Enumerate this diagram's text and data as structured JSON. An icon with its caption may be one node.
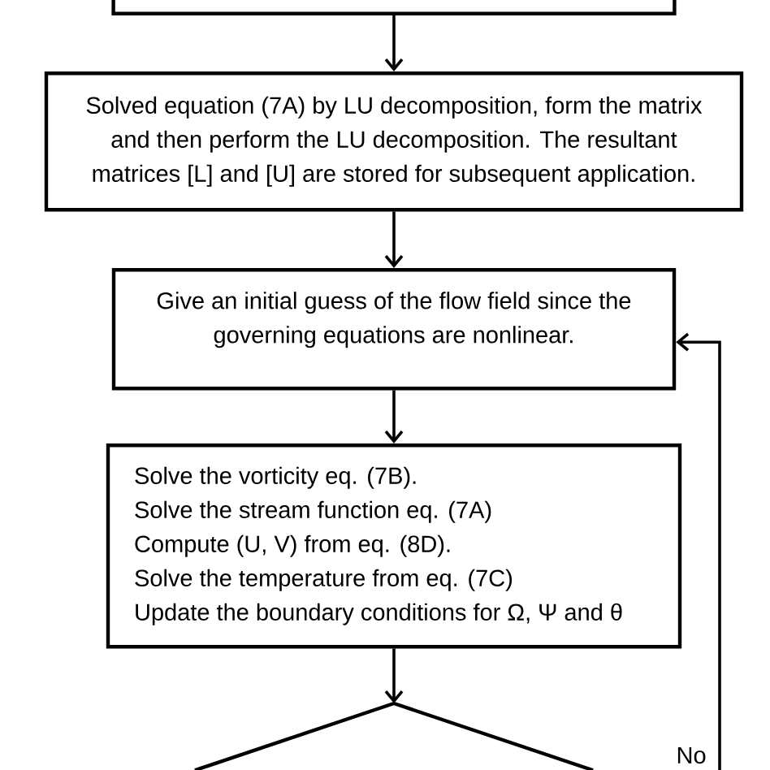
{
  "diagram": {
    "nodes": [
      {
        "text": [],
        "shape": "box"
      },
      {
        "text": [
          "Solved equation (7A) by LU decomposition, form the matrix and then perform the LU decomposition. The resultant matrices [L] and [U] are stored for subsequent application."
        ]
      },
      {
        "text": [
          "Give an initial guess of the flow field since the governing equations are nonlinear."
        ]
      },
      {
        "text": [
          "Solve the vorticity eq. (7B).",
          "Solve the stream function eq. (7A)",
          "Compute (U, V) from eq. (8D).",
          "Solve the temperature from eq. (7C)",
          "Update the boundary conditions for Ω, Ψ and θ"
        ]
      },
      {
        "text": [],
        "shape": "diamond"
      }
    ],
    "edges": [
      {
        "from": 0,
        "to": 1,
        "arrow": "to"
      },
      {
        "from": 1,
        "to": 2,
        "arrow": "to"
      },
      {
        "from": 2,
        "to": 3,
        "arrow": "to"
      },
      {
        "from": 3,
        "to": 4,
        "arrow": "to"
      },
      {
        "from": null,
        "to": 2,
        "arrow": "to",
        "label": "No"
      }
    ]
  }
}
